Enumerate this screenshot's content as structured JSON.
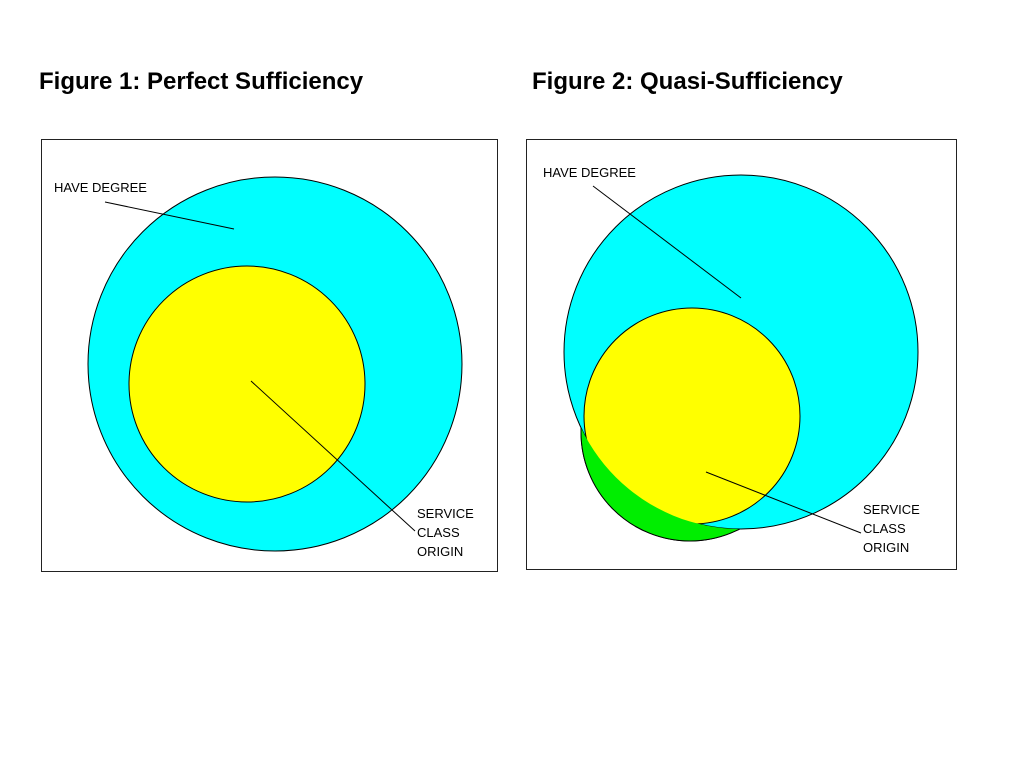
{
  "figures": [
    {
      "title": "Figure 1: Perfect Sufficiency",
      "outer_label": "HAVE DEGREE",
      "inner_label_lines": [
        "SERVICE",
        "CLASS",
        "ORIGIN"
      ]
    },
    {
      "title": "Figure 2: Quasi-Sufficiency",
      "outer_label": "HAVE DEGREE",
      "inner_label_lines": [
        "SERVICE",
        "CLASS",
        "ORIGIN"
      ]
    }
  ],
  "colors": {
    "outer_circle": "#00ffff",
    "inner_circle": "#ffff00",
    "non_overlap_region": "#00ee00",
    "outline": "#000000"
  }
}
